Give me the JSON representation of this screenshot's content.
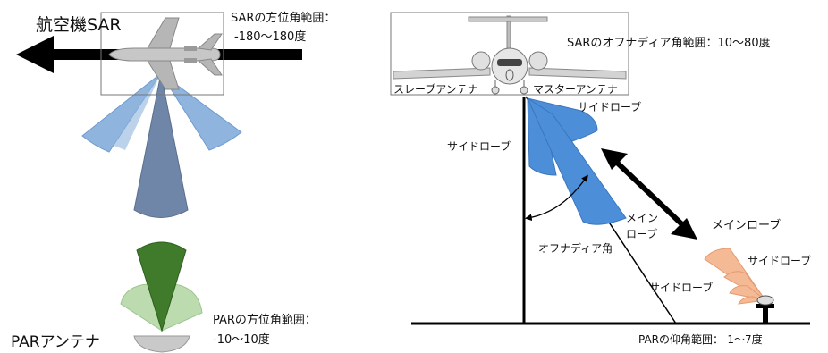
{
  "colors": {
    "sar_beam": "#8fb4dd",
    "sar_beam_edge": "#6e9bcf",
    "sar_main_beam": "#6f86a8",
    "par_main_beam": "#3f7b2b",
    "par_side_beam": "#bcdcb0",
    "side_beam_right": "#4d8ed9",
    "par_beam_right": "#f4b995",
    "arrow": "#000000",
    "ground": "#000000"
  },
  "left_panel": {
    "aircraft_title": "航空機SAR",
    "sar_azimuth_label": "SARの方位角範囲：",
    "sar_azimuth_range": "-180～180度",
    "par_antenna_label": "PARアンテナ",
    "par_azimuth_label": "PARの方位角範囲：",
    "par_azimuth_range": "-10～10度"
  },
  "right_panel": {
    "offnadir_range_label": "SARのオフナディア角範囲：10～80度",
    "slave_antenna": "スレーブアンテナ",
    "master_antenna": "マスターアンテナ",
    "side_lobe_top": "サイドローブ",
    "side_lobe_left": "サイドローブ",
    "main_lobe_sar_line1": "メイン",
    "main_lobe_sar_line2": "ローブ",
    "offnadir_angle": "オフナディア角",
    "side_lobe_ground": "サイドローブ",
    "main_lobe_par": "メインローブ",
    "side_lobe_par": "サイドローブ",
    "par_elevation_range": "PARの仰角範囲：-1～7度"
  }
}
